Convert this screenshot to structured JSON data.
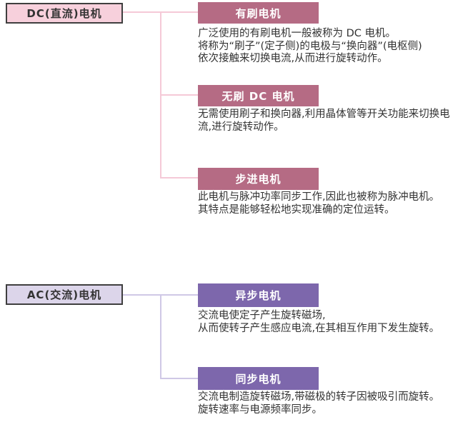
{
  "colors": {
    "dc_accent": "#b56b84",
    "dc_root_fill": "#f7d0dc",
    "dc_line": "#f5c9d7",
    "ac_accent": "#7d67ac",
    "ac_root_fill": "#dcd5ea",
    "ac_line": "#cfc8e6",
    "root_border": "#3f3f3f",
    "body_text": "#333333",
    "header_text": "#ffffff"
  },
  "dc": {
    "root_label": "DC(直流)电机",
    "branches": [
      {
        "label": "有刷电机",
        "desc_lines": [
          "广泛使用的有刷电机一般被称为 DC 电机。",
          "将称为“刷子”(定子侧)的电极与“换向器”(电枢侧)",
          "依次接触来切换电流,从而进行旋转动作。"
        ]
      },
      {
        "label": "无刷 DC 电机",
        "desc_lines": [
          "无需使用刷子和换向器,利用晶体管等开关功能来切换电",
          "流,进行旋转动作。"
        ]
      },
      {
        "label": "步进电机",
        "desc_lines": [
          "此电机与脉冲功率同步工作,因此也被称为脉冲电机。",
          "其特点是能够轻松地实现准确的定位运转。"
        ]
      }
    ]
  },
  "ac": {
    "root_label": "AC(交流)电机",
    "branches": [
      {
        "label": "异步电机",
        "desc_lines": [
          "交流电使定子产生旋转磁场,",
          "从而使转子产生感应电流,在其相互作用下发生旋转。"
        ]
      },
      {
        "label": "同步电机",
        "desc_lines": [
          "交流电制造旋转磁场,带磁极的转子因被吸引而旋转。",
          "旋转速率与电源频率同步。"
        ]
      }
    ]
  }
}
